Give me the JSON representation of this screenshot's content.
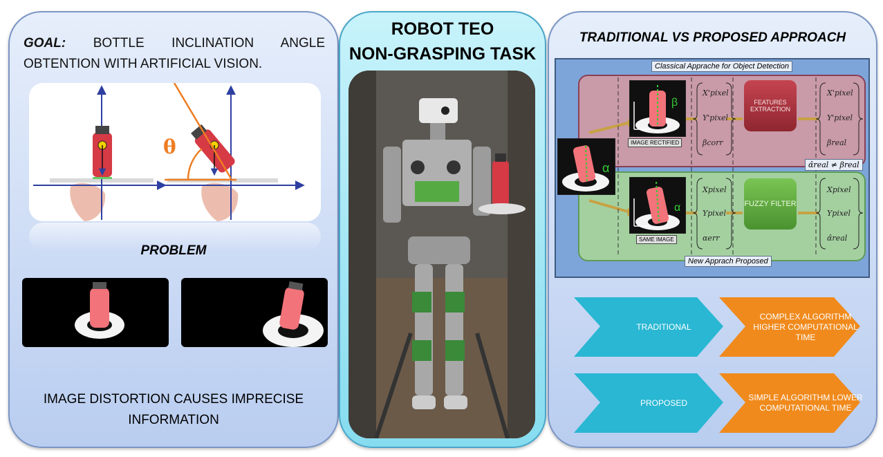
{
  "left": {
    "goal_label": "GOAL:",
    "goal_text": "BOTTLE INCLINATION ANGLE OBTENTION WITH ARTIFICIAL VISION.",
    "theta_symbol": "θ",
    "problem": "PROBLEM",
    "distortion_line1": "IMAGE DISTORTION CAUSES IMPRECISE",
    "distortion_line2": "INFORMATION"
  },
  "middle": {
    "title_line1": "ROBOT TEO",
    "title_line2": "NON-GRASPING TASK"
  },
  "right": {
    "title": "TRADITIONAL VS PROPOSED APPROACH",
    "classical_label": "Classical Apprache for Object Detection",
    "new_label": "New Apprach Proposed",
    "image_rectified": "IMAGE RECTIFIED",
    "same_image": "SAME IMAGE",
    "features_extraction": "FEATURES EXTRACTION",
    "fuzzy_filter": "FUZZY FILTER",
    "beta": "β",
    "alpha": "α",
    "top_vec_in": [
      "X'pixel",
      "Y'pixel",
      "βcorr"
    ],
    "top_vec_out": [
      "X'pixel",
      "Y'pixel",
      "βreal"
    ],
    "bot_vec_in": [
      "Xpixel",
      "Ypixel",
      "αerr"
    ],
    "bot_vec_out": [
      "Xpixel",
      "Ypixel",
      "α̂real"
    ],
    "inequality": "α̂real ≠ βreal",
    "traditional": "TRADITIONAL",
    "traditional_desc": "COMPLEX ALGORITHM HIGHER COMPUTATIONAL TIME",
    "proposed": "PROPOSED",
    "proposed_desc": "SIMPLE ALGORITHM LOWER COMPUTATIONAL TIME"
  },
  "colors": {
    "axis_blue": "#2d3fa0",
    "bottle_red": "#d53a45",
    "angle_orange": "#ee7d22",
    "chevron_cyan": "#29b7d3",
    "chevron_orange": "#f08a1c",
    "features_red": "#a8323c",
    "fuzzy_green": "#5ba73c"
  }
}
